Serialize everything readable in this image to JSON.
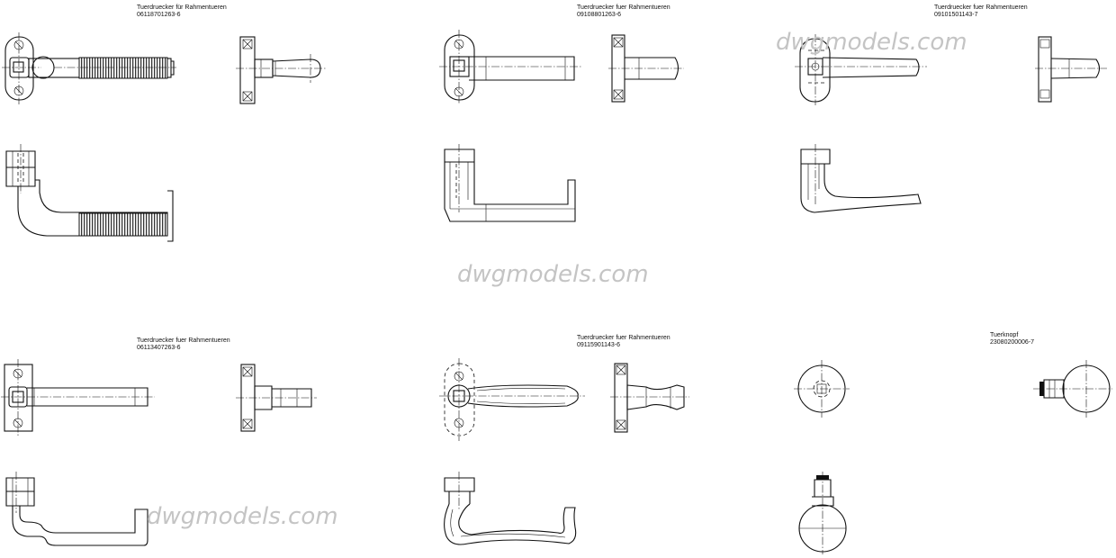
{
  "drawings": [
    {
      "title": "Tuerdruecker für Rahmentueren",
      "code": "06118701263-6"
    },
    {
      "title": "Tuerdruecker fuer Rahmentueren",
      "code": "09108801263-6"
    },
    {
      "title": "Tuerdruecker fuer Rahmentueren",
      "code": "09101501143-7"
    },
    {
      "title": "Tuerdruecker fuer Rahmentueren",
      "code": "06113407263-6"
    },
    {
      "title": "Tuerdruecker fuer Rahmentueren",
      "code": "09115901143-6"
    },
    {
      "title": "Tuerknopf",
      "code": "23080200006-7"
    }
  ],
  "watermark": "dwgmodels.com"
}
